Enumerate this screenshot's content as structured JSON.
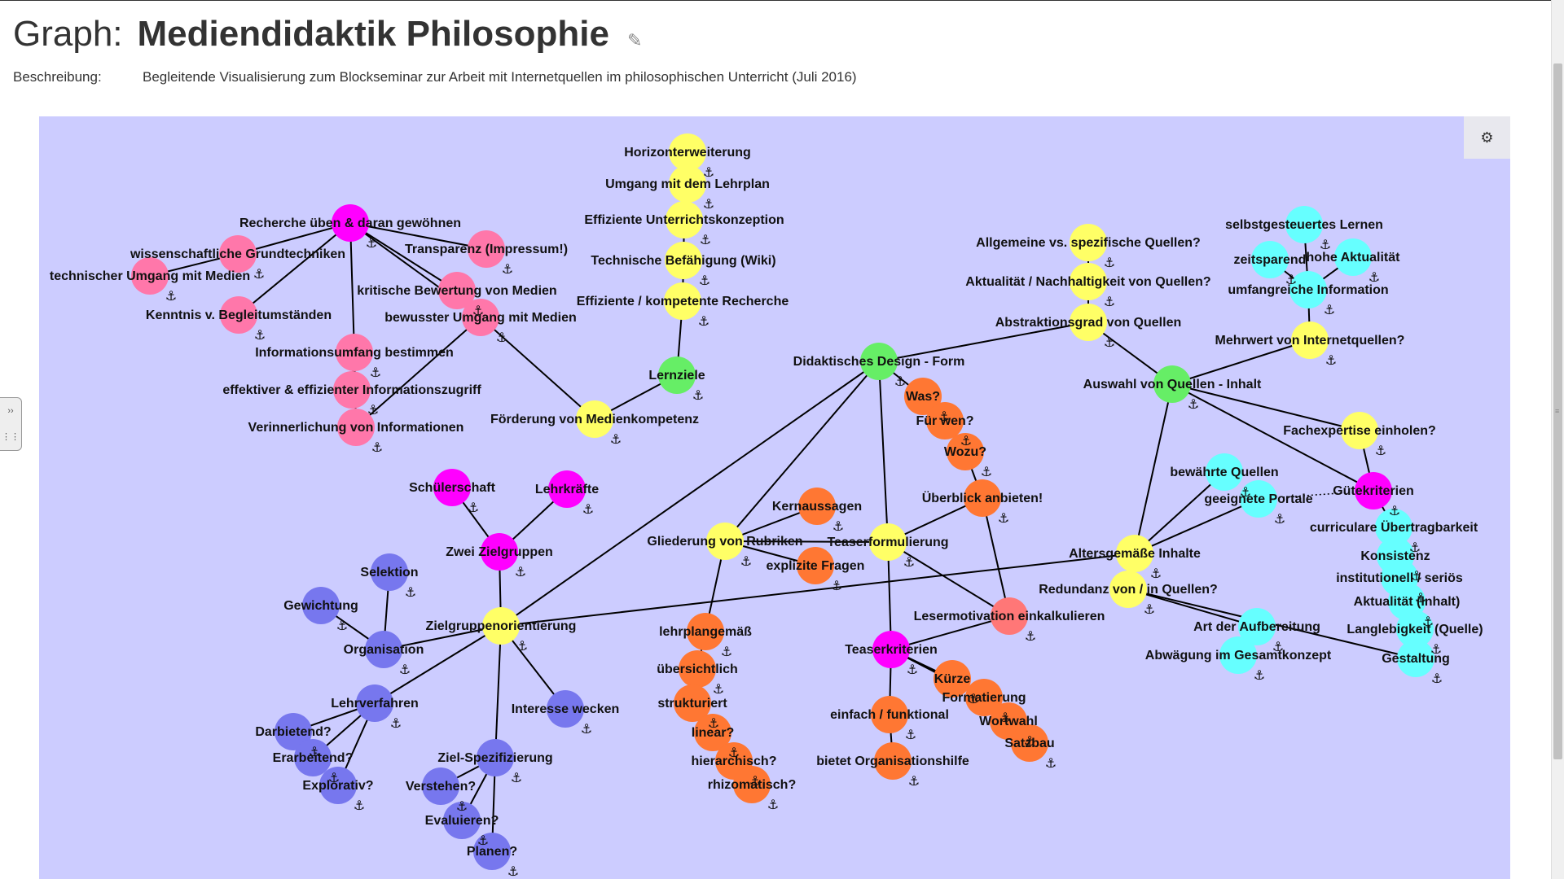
{
  "header": {
    "prefix": "Graph:",
    "title": "Mediendidaktik Philosophie",
    "edit_icon": "pencil-icon"
  },
  "description": {
    "label": "Beschreibung:",
    "text": "Begleitende Visualisierung zum Blockseminar zur Arbeit mit Internetquellen im philosophischen Unterricht (Juli 2016)"
  },
  "settings_icon": "gear-icon",
  "colors": {
    "background": "#ccccff",
    "magenta": "#ff00ff",
    "pink": "#ff77aa",
    "yellow": "#ffff66",
    "green": "#66ee66",
    "orange": "#ff7733",
    "lightorange": "#ff8855",
    "salmon": "#ff7777",
    "cyan": "#66ffff",
    "blue": "#7777ee"
  },
  "nodes": [
    {
      "id": "recherche",
      "label": "Recherche üben & daran gewöhnen",
      "color": "magenta"
    },
    {
      "id": "wiss",
      "label": "wissenschaftliche Grundtechniken",
      "color": "pink"
    },
    {
      "id": "techn",
      "label": "technischer Umgang mit Medien",
      "color": "pink"
    },
    {
      "id": "transparenz",
      "label": "Transparenz (Impressum!)",
      "color": "pink"
    },
    {
      "id": "kritisch",
      "label": "kritische Bewertung von Medien",
      "color": "pink"
    },
    {
      "id": "kenntnis",
      "label": "Kenntnis v. Begleitumständen",
      "color": "pink"
    },
    {
      "id": "bewusst",
      "label": "bewusster Umgang mit Medien",
      "color": "pink"
    },
    {
      "id": "infoumfang",
      "label": "Informationsumfang bestimmen",
      "color": "pink"
    },
    {
      "id": "effektiv",
      "label": "effektiver & effizienter Informationszugriff",
      "color": "pink"
    },
    {
      "id": "verinner",
      "label": "Verinnerlichung von Informationen",
      "color": "pink"
    },
    {
      "id": "horizont",
      "label": "Horizonterweiterung",
      "color": "yellow"
    },
    {
      "id": "lehrplan",
      "label": "Umgang mit dem Lehrplan",
      "color": "yellow"
    },
    {
      "id": "effunterricht",
      "label": "Effiziente Unterrichtskonzeption",
      "color": "yellow"
    },
    {
      "id": "wiki",
      "label": "Technische Befähigung (Wiki)",
      "color": "yellow"
    },
    {
      "id": "effrecherche",
      "label": "Effiziente / kompetente Recherche",
      "color": "yellow"
    },
    {
      "id": "lernziele",
      "label": "Lernziele",
      "color": "green"
    },
    {
      "id": "foerderung",
      "label": "Förderung von Medienkompetenz",
      "color": "yellow"
    },
    {
      "id": "didaktisch",
      "label": "Didaktisches Design - Form",
      "color": "green"
    },
    {
      "id": "was",
      "label": "Was?",
      "color": "orange"
    },
    {
      "id": "fuerwen",
      "label": "Für wen?",
      "color": "orange"
    },
    {
      "id": "wozu",
      "label": "Wozu?",
      "color": "orange"
    },
    {
      "id": "ueberblick",
      "label": "Überblick anbieten!",
      "color": "orange"
    },
    {
      "id": "allgemein",
      "label": "Allgemeine vs. spezifische Quellen?",
      "color": "yellow"
    },
    {
      "id": "aktualitaet",
      "label": "Aktualität / Nachhaltigkeit von Quellen?",
      "color": "yellow"
    },
    {
      "id": "abstraktion",
      "label": "Abstraktionsgrad von Quellen",
      "color": "yellow"
    },
    {
      "id": "auswahl",
      "label": "Auswahl von Quellen - Inhalt",
      "color": "green"
    },
    {
      "id": "selbst",
      "label": "selbstgesteuertes Lernen",
      "color": "cyan"
    },
    {
      "id": "zeitsparend",
      "label": "zeitsparend",
      "color": "cyan"
    },
    {
      "id": "hohe",
      "label": "hohe Aktualität",
      "color": "cyan"
    },
    {
      "id": "umfang",
      "label": "umfangreiche Information",
      "color": "cyan"
    },
    {
      "id": "mehrwert",
      "label": "Mehrwert von Internetquellen?",
      "color": "yellow"
    },
    {
      "id": "fachexpertise",
      "label": "Fachexpertise einholen?",
      "color": "yellow"
    },
    {
      "id": "guetekriterien",
      "label": "Gütekriterien",
      "color": "magenta"
    },
    {
      "id": "bewaehrt",
      "label": "bewährte Quellen",
      "color": "cyan"
    },
    {
      "id": "geeignet",
      "label": "geeignete Portale",
      "color": "cyan"
    },
    {
      "id": "curricular",
      "label": "curriculare Übertragbarkeit",
      "color": "cyan"
    },
    {
      "id": "konsistenz",
      "label": "Konsistenz",
      "color": "cyan"
    },
    {
      "id": "institutionell",
      "label": "institutionell / seriös",
      "color": "cyan"
    },
    {
      "id": "aktinhalt",
      "label": "Aktualität (Inhalt)",
      "color": "cyan"
    },
    {
      "id": "langlebig",
      "label": "Langlebigkeit (Quelle)",
      "color": "cyan"
    },
    {
      "id": "gestaltung",
      "label": "Gestaltung",
      "color": "cyan"
    },
    {
      "id": "artaufb",
      "label": "Art der Aufbereitung",
      "color": "cyan"
    },
    {
      "id": "abwaegung",
      "label": "Abwägung im Gesamtkonzept",
      "color": "cyan"
    },
    {
      "id": "altersgem",
      "label": "Altersgemäße Inhalte",
      "color": "yellow"
    },
    {
      "id": "redundanz",
      "label": "Redundanz von / in Quellen?",
      "color": "yellow"
    },
    {
      "id": "schueler",
      "label": "Schülerschaft",
      "color": "magenta"
    },
    {
      "id": "lehrkraefte",
      "label": "Lehrkräfte",
      "color": "magenta"
    },
    {
      "id": "zwei",
      "label": "Zwei Zielgruppen",
      "color": "magenta"
    },
    {
      "id": "kernaussagen",
      "label": "Kernaussagen",
      "color": "orange"
    },
    {
      "id": "gliederung",
      "label": "Gliederung von Rubriken",
      "color": "yellow"
    },
    {
      "id": "teaserform",
      "label": "Teaserformulierung",
      "color": "yellow"
    },
    {
      "id": "explizite",
      "label": "explizite Fragen",
      "color": "orange"
    },
    {
      "id": "selektion",
      "label": "Selektion",
      "color": "blue"
    },
    {
      "id": "gewichtung",
      "label": "Gewichtung",
      "color": "blue"
    },
    {
      "id": "organisation",
      "label": "Organisation",
      "color": "blue"
    },
    {
      "id": "zielgruppen",
      "label": "Zielgruppenorientierung",
      "color": "yellow"
    },
    {
      "id": "lesermot",
      "label": "Lesermotivation einkalkulieren",
      "color": "salmon"
    },
    {
      "id": "lehrplangem",
      "label": "lehrplangemäß",
      "color": "orange"
    },
    {
      "id": "uebersichtlich",
      "label": "übersichtlich",
      "color": "orange"
    },
    {
      "id": "strukturiert",
      "label": "strukturiert",
      "color": "orange"
    },
    {
      "id": "linear",
      "label": "linear?",
      "color": "orange"
    },
    {
      "id": "hierarchisch",
      "label": "hierarchisch?",
      "color": "orange"
    },
    {
      "id": "rhizomatisch",
      "label": "rhizomatisch?",
      "color": "orange"
    },
    {
      "id": "teaserkrit",
      "label": "Teaserkriterien",
      "color": "magenta"
    },
    {
      "id": "kuerze",
      "label": "Kürze",
      "color": "orange"
    },
    {
      "id": "formatierung",
      "label": "Formatierung",
      "color": "orange"
    },
    {
      "id": "wortwahl",
      "label": "Wortwahl",
      "color": "orange"
    },
    {
      "id": "satzbau",
      "label": "Satzbau",
      "color": "orange"
    },
    {
      "id": "einfach",
      "label": "einfach / funktional",
      "color": "orange"
    },
    {
      "id": "bietet",
      "label": "bietet Organisationshilfe",
      "color": "orange"
    },
    {
      "id": "lehrverfahren",
      "label": "Lehrverfahren",
      "color": "blue"
    },
    {
      "id": "interesse",
      "label": "Interesse wecken",
      "color": "blue"
    },
    {
      "id": "darbietend",
      "label": "Darbietend?",
      "color": "blue"
    },
    {
      "id": "erarbeitend",
      "label": "Erarbeitend?",
      "color": "blue"
    },
    {
      "id": "explorativ",
      "label": "Explorativ?",
      "color": "blue"
    },
    {
      "id": "zielspez",
      "label": "Ziel-Spezifizierung",
      "color": "blue"
    },
    {
      "id": "verstehen",
      "label": "Verstehen?",
      "color": "blue"
    },
    {
      "id": "evaluieren",
      "label": "Evaluieren?",
      "color": "blue"
    },
    {
      "id": "planen",
      "label": "Planen?",
      "color": "blue"
    }
  ],
  "edges": [
    [
      "recherche",
      "wiss"
    ],
    [
      "recherche",
      "transparenz"
    ],
    [
      "recherche",
      "kritisch"
    ],
    [
      "recherche",
      "bewusst"
    ],
    [
      "recherche",
      "kenntnis"
    ],
    [
      "recherche",
      "infoumfang"
    ],
    [
      "wiss",
      "techn"
    ],
    [
      "infoumfang",
      "effektiv"
    ],
    [
      "infoumfang",
      "verinner"
    ],
    [
      "bewusst",
      "verinner"
    ],
    [
      "bewusst",
      "foerderung"
    ],
    [
      "foerderung",
      "lernziele"
    ],
    [
      "lernziele",
      "effrecherche"
    ],
    [
      "effrecherche",
      "wiki"
    ],
    [
      "wiki",
      "effunterricht"
    ],
    [
      "effunterricht",
      "lehrplan"
    ],
    [
      "lehrplan",
      "horizont"
    ],
    [
      "didaktisch",
      "abstraktion"
    ],
    [
      "didaktisch",
      "zielgruppen"
    ],
    [
      "didaktisch",
      "gliederung"
    ],
    [
      "didaktisch",
      "teaserform"
    ],
    [
      "didaktisch",
      "was"
    ],
    [
      "was",
      "fuerwen"
    ],
    [
      "fuerwen",
      "wozu"
    ],
    [
      "wozu",
      "ueberblick"
    ],
    [
      "ueberblick",
      "lesermot"
    ],
    [
      "ueberblick",
      "teaserform"
    ],
    [
      "abstraktion",
      "aktualitaet"
    ],
    [
      "aktualitaet",
      "allgemein"
    ],
    [
      "abstraktion",
      "auswahl"
    ],
    [
      "auswahl",
      "mehrwert"
    ],
    [
      "mehrwert",
      "umfang"
    ],
    [
      "umfang",
      "zeitsparend"
    ],
    [
      "umfang",
      "hohe"
    ],
    [
      "umfang",
      "selbst"
    ],
    [
      "auswahl",
      "fachexpertise"
    ],
    [
      "auswahl",
      "guetekriterien"
    ],
    [
      "auswahl",
      "altersgem"
    ],
    [
      "fachexpertise",
      "guetekriterien"
    ],
    [
      "guetekriterien",
      "curricular"
    ],
    [
      "altersgem",
      "bewaehrt"
    ],
    [
      "altersgem",
      "geeignet"
    ],
    [
      "altersgem",
      "redundanz"
    ],
    [
      "redundanz",
      "artaufb"
    ],
    [
      "redundanz",
      "gestaltung"
    ],
    [
      "artaufb",
      "abwaegung"
    ],
    [
      "zielgruppen",
      "altersgem"
    ],
    [
      "zielgruppen",
      "zwei"
    ],
    [
      "zwei",
      "schueler"
    ],
    [
      "zwei",
      "lehrkraefte"
    ],
    [
      "zielgruppen",
      "organisation"
    ],
    [
      "organisation",
      "selektion"
    ],
    [
      "organisation",
      "gewichtung"
    ],
    [
      "zielgruppen",
      "lehrverfahren"
    ],
    [
      "zielgruppen",
      "interesse"
    ],
    [
      "zielgruppen",
      "zielspez"
    ],
    [
      "lehrverfahren",
      "darbietend"
    ],
    [
      "lehrverfahren",
      "erarbeitend"
    ],
    [
      "lehrverfahren",
      "explorativ"
    ],
    [
      "zielspez",
      "verstehen"
    ],
    [
      "zielspez",
      "evaluieren"
    ],
    [
      "zielspez",
      "planen"
    ],
    [
      "gliederung",
      "kernaussagen"
    ],
    [
      "gliederung",
      "explizite"
    ],
    [
      "gliederung",
      "teaserform"
    ],
    [
      "gliederung",
      "lehrplangem"
    ],
    [
      "lehrplangem",
      "uebersichtlich"
    ],
    [
      "uebersichtlich",
      "strukturiert"
    ],
    [
      "strukturiert",
      "linear"
    ],
    [
      "linear",
      "hierarchisch"
    ],
    [
      "hierarchisch",
      "rhizomatisch"
    ],
    [
      "teaserform",
      "lesermot"
    ],
    [
      "teaserform",
      "teaserkrit"
    ],
    [
      "teaserkrit",
      "lesermot"
    ],
    [
      "teaserkrit",
      "kuerze"
    ],
    [
      "teaserkrit",
      "formatierung"
    ],
    [
      "formatierung",
      "wortwahl"
    ],
    [
      "wortwahl",
      "satzbau"
    ],
    [
      "teaserkrit",
      "einfach"
    ],
    [
      "einfach",
      "bietet"
    ]
  ],
  "dotted_edges": [
    [
      "geeignet",
      "guetekriterien"
    ]
  ]
}
